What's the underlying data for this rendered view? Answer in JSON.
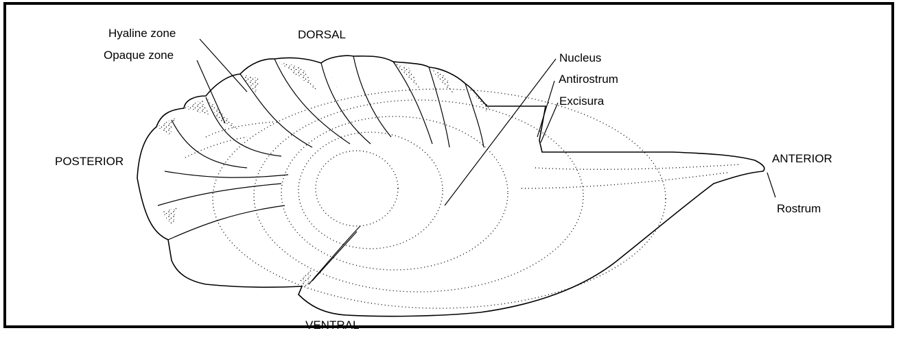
{
  "labels": {
    "hyaline_zone": "Hyaline zone",
    "opaque_zone": "Opaque zone",
    "dorsal": "DORSAL",
    "nucleus": "Nucleus",
    "antirostrum": "Antirostrum",
    "excisura": "Excisura",
    "posterior": "POSTERIOR",
    "anterior": "ANTERIOR",
    "rostrum": "Rostrum",
    "ventral": "VENTRAL"
  },
  "colors": {
    "ink": "#000000",
    "background": "#ffffff"
  }
}
